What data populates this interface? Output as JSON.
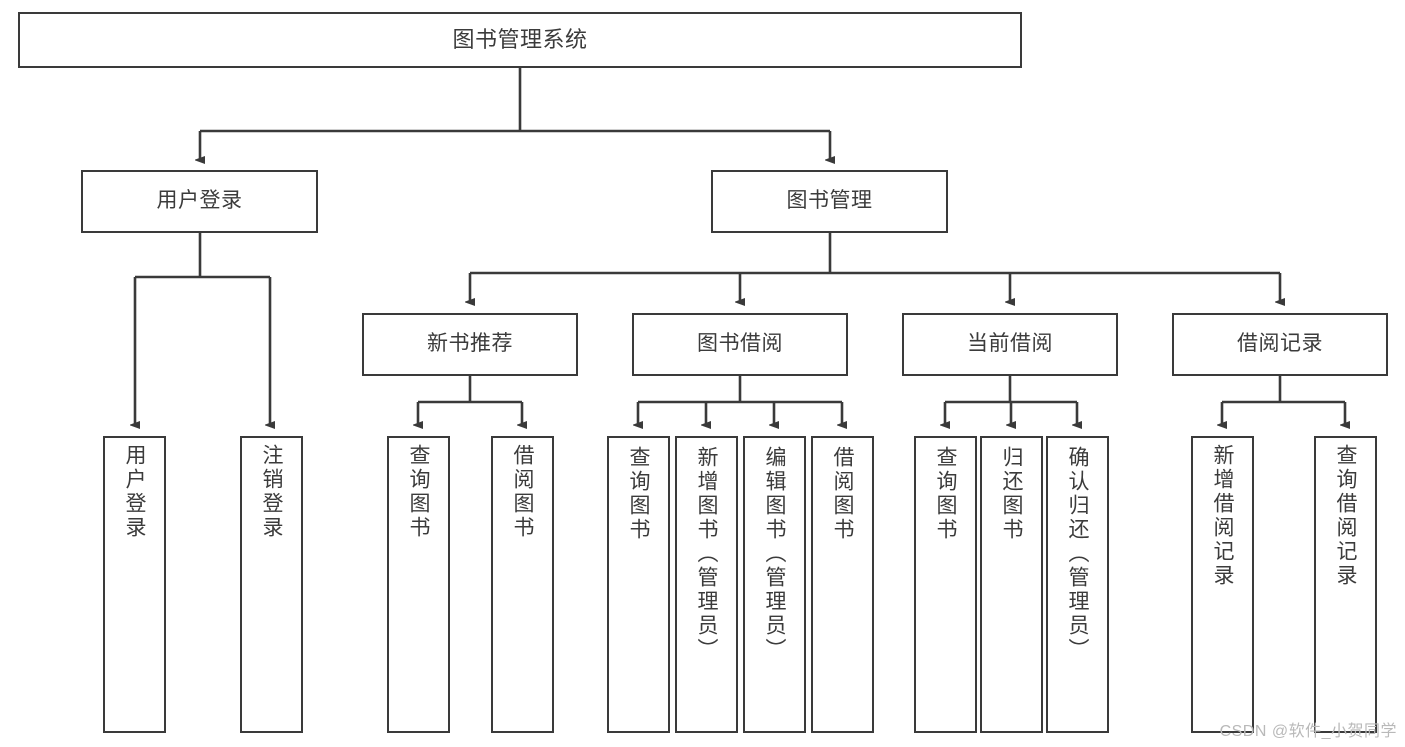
{
  "diagram": {
    "title": "图书管理系统",
    "type": "tree-hierarchy-diagram",
    "colors": {
      "border": "#3a3a3a",
      "text": "#3b3b3b",
      "background": "#ffffff",
      "watermark": "#b9b9b9"
    },
    "nodes": {
      "root": {
        "label": "图书管理系统"
      },
      "level2": [
        {
          "id": "user-login",
          "label": "用户登录"
        },
        {
          "id": "book-manage",
          "label": "图书管理"
        }
      ],
      "level3": [
        {
          "id": "new-book-recommend",
          "label": "新书推荐"
        },
        {
          "id": "book-borrow",
          "label": "图书借阅"
        },
        {
          "id": "current-borrow",
          "label": "当前借阅"
        },
        {
          "id": "borrow-record",
          "label": "借阅记录"
        }
      ],
      "leaves": {
        "user_login": [
          {
            "id": "leaf-user-login",
            "label": "用户登录"
          },
          {
            "id": "leaf-logout-login",
            "label": "注销登录"
          }
        ],
        "new_book_recommend": [
          {
            "id": "leaf-query-book-1",
            "label": "查询图书"
          },
          {
            "id": "leaf-borrow-book-1",
            "label": "借阅图书"
          }
        ],
        "book_borrow": [
          {
            "id": "leaf-query-book-2",
            "label": "查询图书"
          },
          {
            "id": "leaf-add-book",
            "label": "新增图书（管理员）"
          },
          {
            "id": "leaf-edit-book",
            "label": "编辑图书（管理员）"
          },
          {
            "id": "leaf-borrow-book-2",
            "label": "借阅图书"
          }
        ],
        "current_borrow": [
          {
            "id": "leaf-query-book-3",
            "label": "查询图书"
          },
          {
            "id": "leaf-return-book",
            "label": "归还图书"
          },
          {
            "id": "leaf-confirm-return",
            "label": "确认归还（管理员）"
          }
        ],
        "borrow_record": [
          {
            "id": "leaf-add-record",
            "label": "新增借阅记录"
          },
          {
            "id": "leaf-query-record",
            "label": "查询借阅记录"
          }
        ]
      }
    },
    "watermark": "CSDN @软件_小贺同学"
  }
}
